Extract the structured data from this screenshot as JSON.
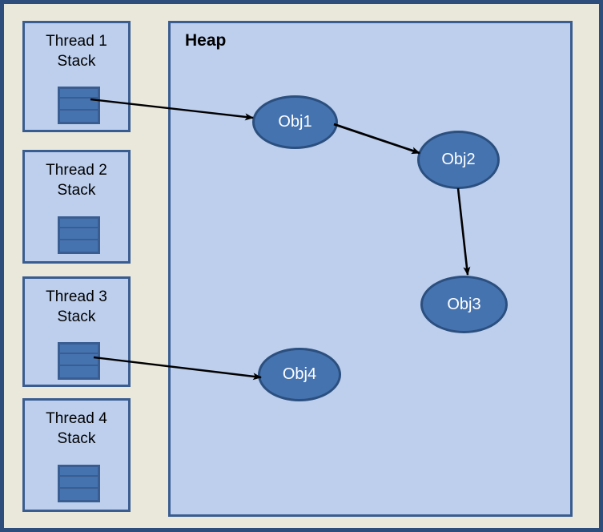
{
  "diagram": {
    "title": "Heap",
    "background_color": "#eae7db",
    "border_color": "#2f4d7c",
    "box_fill": "#bdcfed",
    "box_border": "#3a5d91",
    "node_fill": "#4573b0",
    "node_border": "#2b4f7e",
    "node_text_color": "#ffffff",
    "arrow_color": "#000000"
  },
  "threads": [
    {
      "label": "Thread 1\nStack",
      "name": "thread-1"
    },
    {
      "label": "Thread 2\nStack",
      "name": "thread-2"
    },
    {
      "label": "Thread 3\nStack",
      "name": "thread-3"
    },
    {
      "label": "Thread 4\nStack",
      "name": "thread-4"
    }
  ],
  "heap": {
    "title": "Heap",
    "objects": [
      {
        "label": "Obj1"
      },
      {
        "label": "Obj2"
      },
      {
        "label": "Obj3"
      },
      {
        "label": "Obj4"
      }
    ]
  },
  "references": [
    {
      "from": "Thread 1 Stack",
      "to": "Obj1"
    },
    {
      "from": "Obj1",
      "to": "Obj2"
    },
    {
      "from": "Obj2",
      "to": "Obj3"
    },
    {
      "from": "Thread 3 Stack",
      "to": "Obj4"
    }
  ]
}
